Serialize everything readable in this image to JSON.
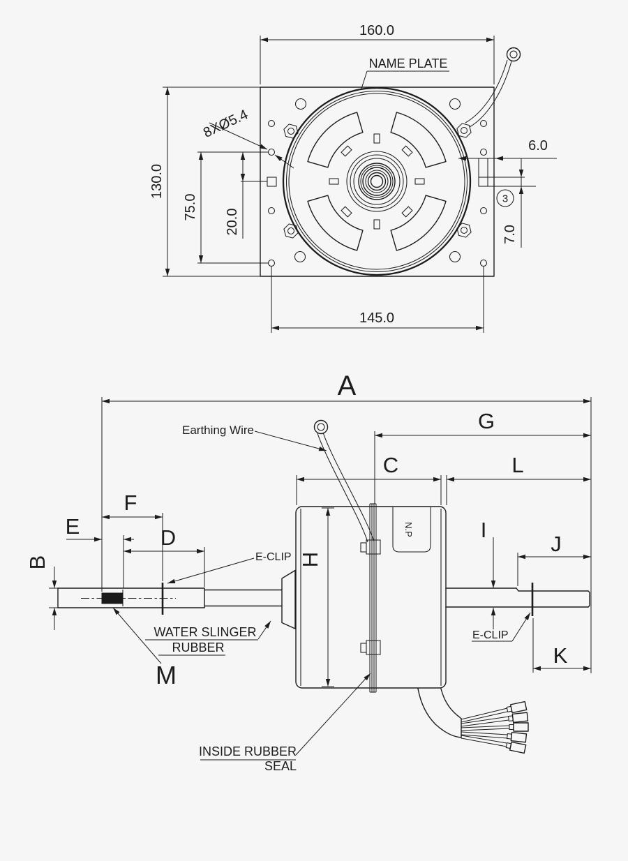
{
  "colors": {
    "line": "#1c1c1c",
    "background": "#f6f6f7"
  },
  "top_view": {
    "width_dim": "160.0",
    "height_dim": "130.0",
    "vertical_hole_span": "75.0",
    "offset_dim": "20.0",
    "horizontal_hole_span": "145.0",
    "tab_width_dim": "6.0",
    "tab_depth_dim": "7.0",
    "mounting_holes_note": "8XØ5.4",
    "name_plate_label": "NAME PLATE",
    "balloon_number": "3"
  },
  "side_view": {
    "dim_a": "A",
    "dim_b": "B",
    "dim_c": "C",
    "dim_d": "D",
    "dim_e": "E",
    "dim_f": "F",
    "dim_g": "G",
    "dim_h": "H",
    "dim_i": "I",
    "dim_j": "J",
    "dim_k": "K",
    "dim_l": "L",
    "dim_m": "M",
    "earthing_wire_label": "Earthing Wire",
    "e_clip_left_label": "E-CLIP",
    "e_clip_right_label": "E-CLIP",
    "water_slinger_label_line1": "WATER SLINGER",
    "water_slinger_label_line2": "RUBBER",
    "inside_seal_label_line1": "INSIDE RUBBER",
    "inside_seal_label_line2": "SEAL",
    "name_plate_abbr": "N.P"
  }
}
